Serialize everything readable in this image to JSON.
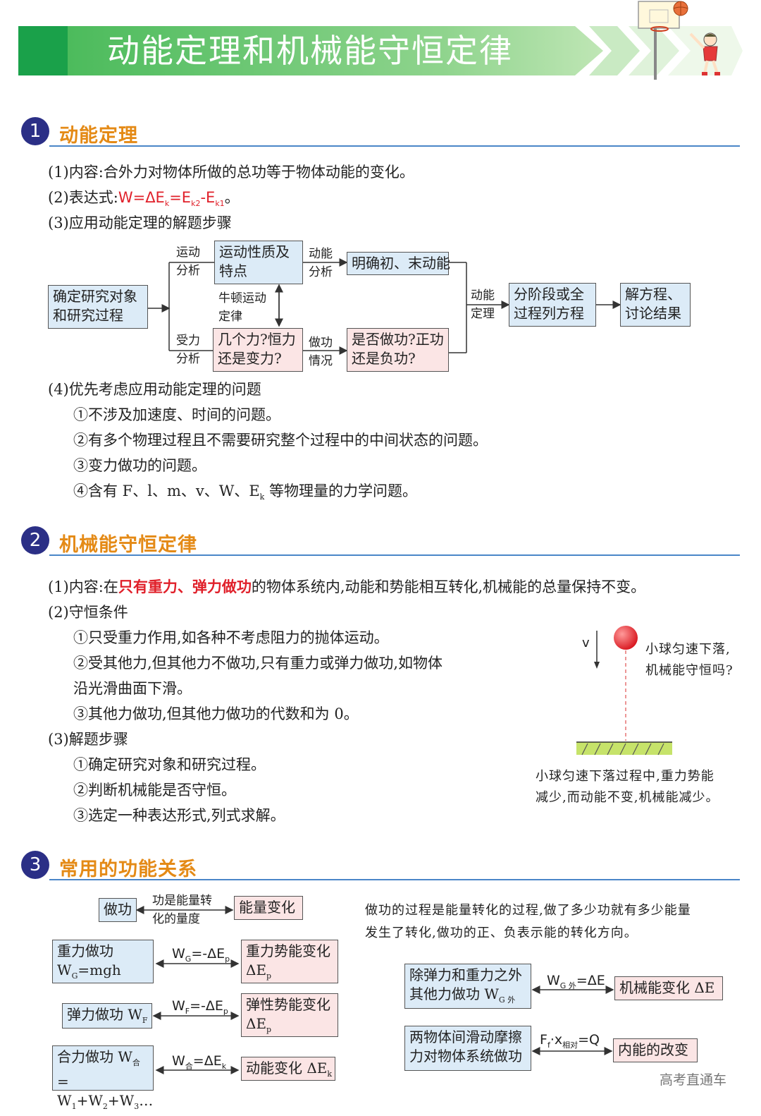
{
  "page_title": "动能定理和机械能守恒定律",
  "s1": {
    "num": "1",
    "title": "动能定理",
    "l1": "(1)内容:合外力对物体所做的总功等于物体动能的变化。",
    "l2_prefix": "(2)表达式:",
    "l2_formula_a": "W=ΔE",
    "l2_formula_a_sub": "k",
    "l2_formula_b": "=E",
    "l2_formula_b_sub": "k2",
    "l2_formula_c": "-E",
    "l2_formula_c_sub": "k1",
    "l2_end": "。",
    "l3": "(3)应用动能定理的解题步骤",
    "flow": {
      "start": "确定研究对象和研究过程",
      "motion_label": "运动分析",
      "motion_box": "运动性质及特点",
      "newton_label": "牛顿运动定律",
      "force_label": "受力分析",
      "force_box": "几个力?恒力还是变力?",
      "ke_label": "动能分析",
      "ke_box": "明确初、末动能",
      "work_label": "做功情况",
      "work_box": "是否做功?正功还是负功?",
      "theorem_label": "动能定理",
      "stage_box": "分阶段或全过程列方程",
      "result_box": "解方程、讨论结果"
    },
    "l4": "(4)优先考虑应用动能定理的问题",
    "i1": "①不涉及加速度、时间的问题。",
    "i2": "②有多个物理过程且不需要研究整个过程中的中间状态的问题。",
    "i3": "③变力做功的问题。",
    "i4": "④含有 F、l、m、v、W、E",
    "i4_sub": "k",
    "i4_end": " 等物理量的力学问题。"
  },
  "s2": {
    "num": "2",
    "title": "机械能守恒定律",
    "l1_a": "(1)内容:在",
    "l1_red": "只有重力、弹力做功",
    "l1_b": "的物体系统内,动能和势能相互转化,机械能的总量保持不变。",
    "l2": "(2)守恒条件",
    "c1": "①只受重力作用,如各种不考虑阻力的抛体运动。",
    "c2a": "②受其他力,但其他力不做功,只有重力或弹力做功,如物体",
    "c2b": "沿光滑曲面下滑。",
    "c3": "③其他力做功,但其他力做功的代数和为 0。",
    "l3": "(3)解题步骤",
    "p1": "①确定研究对象和研究过程。",
    "p2": "②判断机械能是否守恒。",
    "p3": "③选定一种表达形式,列式求解。",
    "fig_v": "v",
    "fig_q1": "小球匀速下落,",
    "fig_q2": "机械能守恒吗?",
    "fig_a1": "小球匀速下落过程中,重力势能",
    "fig_a2": "减少,而动能不变,机械能减少。"
  },
  "s3": {
    "num": "3",
    "title": "常用的功能关系",
    "work": "做功",
    "measure": "功是能量转化的量度",
    "energy_change": "能量变化",
    "g_work_a": "重力做功 W",
    "g_work_sub": "G",
    "g_work_b": "=mgh",
    "g_rel": "W",
    "g_rel_sub": "G",
    "g_rel_b": "=-ΔE",
    "g_rel_sub2": "p",
    "g_pe_a": "重力势能变化",
    "g_pe_b": "ΔE",
    "g_pe_sub": "p",
    "e_work_a": "弹力做功 W",
    "e_work_sub": "F",
    "e_rel": "W",
    "e_rel_sub": "F",
    "e_rel_b": "=-ΔE",
    "e_rel_sub2": "p",
    "e_pe_a": "弹性势能变化",
    "e_pe_b": "ΔE",
    "e_pe_sub": "p",
    "n_work_a": "合力做功 W",
    "n_work_sub": "合",
    "n_work_b": "=",
    "n_work_c": "W",
    "n_work_c1": "1",
    "n_work_c2": "+W",
    "n_work_c3": "2",
    "n_work_c4": "+W",
    "n_work_c5": "3",
    "n_work_c6": "…",
    "n_rel": "W",
    "n_rel_sub": "合",
    "n_rel_b": "=ΔE",
    "n_rel_sub2": "k",
    "ke_change_a": "动能变化 ΔE",
    "ke_change_sub": "k",
    "note1": "做功的过程是能量转化的过程,做了多少功就有多少能量",
    "note2": "发生了转化,做功的正、负表示能的转化方向。",
    "o_work_a": "除弹力和重力之外",
    "o_work_b": "其他力做功 W",
    "o_work_sub": "G 外",
    "o_rel": "W",
    "o_rel_sub": "G 外",
    "o_rel_b": "=ΔE",
    "mech_change": "机械能变化 ΔE",
    "f_work": "两物体间滑动摩擦力对物体系统做功",
    "f_rel_a": "F",
    "f_rel_sub": "f",
    "f_rel_b": "·x",
    "f_rel_sub2": "相对",
    "f_rel_c": "=Q",
    "internal": "内能的改变"
  },
  "watermark": "高考直通车"
}
